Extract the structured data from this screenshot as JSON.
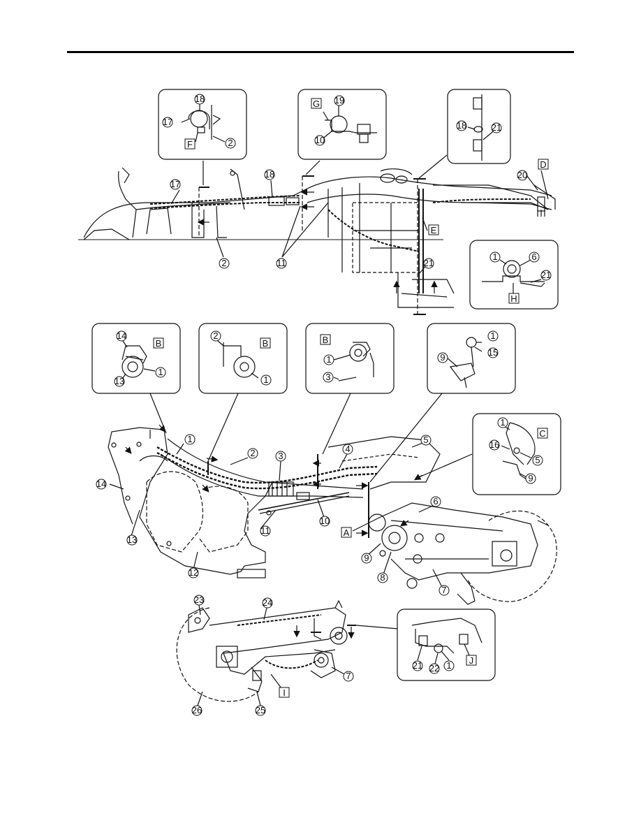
{
  "callouts": {
    "n1": "1",
    "n2": "2",
    "n3": "3",
    "n4": "4",
    "n5": "5",
    "n6": "6",
    "n7": "7",
    "n8": "8",
    "n9": "9",
    "n10": "10",
    "n11": "11",
    "n12": "12",
    "n13": "13",
    "n14": "14",
    "n15": "15",
    "n16": "16",
    "n17": "17",
    "n18": "18",
    "n19": "19",
    "n20": "20",
    "n21": "21",
    "n22": "22",
    "n23": "23",
    "n24": "24",
    "n25": "25",
    "n26": "26"
  },
  "letters": {
    "A": "A",
    "B": "B",
    "C": "C",
    "D": "D",
    "E": "E",
    "F": "F",
    "G": "G",
    "H": "H",
    "I": "I",
    "J": "J"
  },
  "colors": {
    "ink": "#111111",
    "paper": "#ffffff",
    "panel_bg": "#ffffff"
  }
}
